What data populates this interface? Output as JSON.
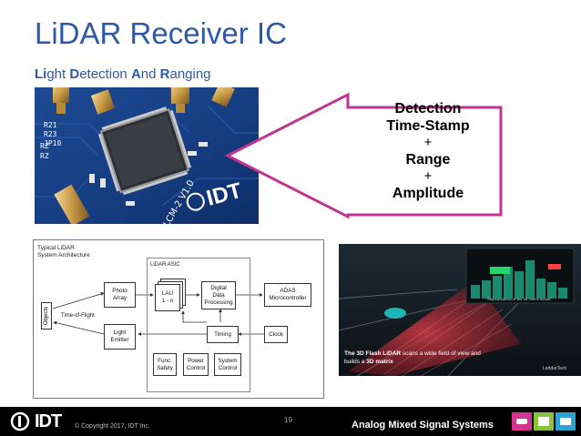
{
  "slide": {
    "title": "LiDAR Receiver IC",
    "subtitle": {
      "p1": "Li",
      "p2": "ght ",
      "p3": "D",
      "p4": "etection ",
      "p5": "A",
      "p6": "nd ",
      "p7": "R",
      "p8": "anging"
    }
  },
  "pcb_photo": {
    "chip_label": "LCM-2 V1.0",
    "ref_labels": [
      "R21",
      "R23",
      "JP10",
      "RZ",
      "RZ"
    ],
    "brand": "IDT"
  },
  "callout": {
    "line1": "Detection",
    "line2": "Time-Stamp",
    "plus1": "+",
    "line3": "Range",
    "plus2": "+",
    "line4": "Amplitude",
    "border_color": "#c2338f"
  },
  "architecture": {
    "title_line1": "Typical LiDAR",
    "title_line2": "System Architecture",
    "asic_label": "LiDAR ASIC",
    "objects": "Objects",
    "time_of_flight": "Time-of-Flight",
    "photo_array": "Photo\nArray",
    "light_emitter": "Light\nEmitter",
    "lau": "LAU\n1 - n",
    "digital_data": "Digital\nData\nProcessing",
    "timing": "Timing",
    "func_safety": "Func.\nSafety",
    "power_control": "Power\nControl",
    "system_control": "System\nControl",
    "adas": "ADAS\nMicrocontroller",
    "clock": "Clock"
  },
  "flash_image": {
    "caption_strong": "The 3D Flash LiDAR",
    "caption_rest": " scans a wide field of view and",
    "caption_line2_a": "builds a ",
    "caption_line2_b": "3D matrix",
    "inset_label": "Representation of the 3D matrix output",
    "brand_mark": "LeddarTech"
  },
  "footer": {
    "logo": "IDT",
    "copyright": "© Copyright 2017, IDT Inc.",
    "page": "19",
    "division": "Analog Mixed Signal Systems"
  }
}
